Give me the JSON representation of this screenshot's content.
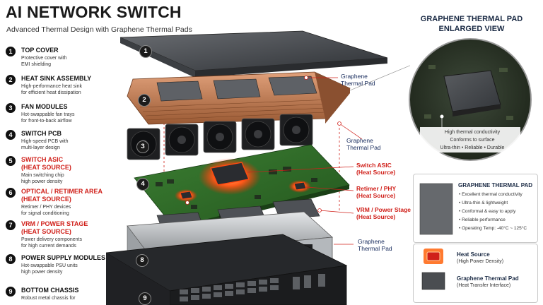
{
  "header": {
    "title": "AI NETWORK SWITCH",
    "subtitle": "Advanced Thermal Design with Graphene Thermal Pads"
  },
  "components": [
    {
      "num": "1",
      "title": "TOP COVER",
      "title2": "",
      "desc": [
        "Protective cover with",
        "EMI shielding"
      ],
      "heat": false
    },
    {
      "num": "2",
      "title": "HEAT SINK ASSEMBLY",
      "title2": "",
      "desc": [
        "High-performance heat sink",
        "for efficient heat dissipation"
      ],
      "heat": false
    },
    {
      "num": "3",
      "title": "FAN MODULES",
      "title2": "",
      "desc": [
        "Hot-swappable fan trays",
        "for front-to-back airflow"
      ],
      "heat": false
    },
    {
      "num": "4",
      "title": "SWITCH PCB",
      "title2": "",
      "desc": [
        "High-speed PCB with",
        "multi-layer design"
      ],
      "heat": false
    },
    {
      "num": "5",
      "title": "SWITCH ASIC",
      "title2": "(HEAT SOURCE)",
      "desc": [
        "Main switching chip",
        "high power density"
      ],
      "heat": true
    },
    {
      "num": "6",
      "title": "OPTICAL / RETIMER AREA",
      "title2": "(HEAT SOURCE)",
      "desc": [
        "Retimer / PHY devices",
        "for signal conditioning"
      ],
      "heat": true
    },
    {
      "num": "7",
      "title": "VRM / POWER STAGE",
      "title2": "(HEAT SOURCE)",
      "desc": [
        "Power delivery components",
        "for high current demands"
      ],
      "heat": true
    },
    {
      "num": "8",
      "title": "POWER SUPPLY MODULES",
      "title2": "",
      "desc": [
        "Hot-swappable PSU units",
        "high power density"
      ],
      "heat": false
    },
    {
      "num": "9",
      "title": "BOTTOM CHASSIS",
      "title2": "",
      "desc": [
        "Robust metal chassis for"
      ],
      "heat": false
    }
  ],
  "callouts": {
    "pad1": [
      "Graphene",
      "Thermal Pad"
    ],
    "pad2": [
      "Graphene",
      "Thermal Pad"
    ],
    "asic": [
      "Switch ASIC",
      "(Heat Source)"
    ],
    "retimer": [
      "Retimer / PHY",
      "(Heat Source)"
    ],
    "vrm": [
      "VRM / Power Stage",
      "(Heat Source)"
    ],
    "pad3": [
      "Graphene",
      "Thermal Pad"
    ]
  },
  "magnified": {
    "title": [
      "GRAPHENE THERMAL PAD",
      "ENLARGED VIEW"
    ],
    "lines": [
      "High thermal conductivity",
      "Conforms to surface",
      "Ultra-thin • Reliable • Durable"
    ]
  },
  "info_box": {
    "title": "GRAPHENE THERMAL PAD",
    "features": [
      "Excellent thermal conductivity",
      "Ultra-thin & lightweight",
      "Conformal & easy to apply",
      "Reliable performance",
      "Operating Temp: -40°C ~ 125°C"
    ]
  },
  "legend": [
    {
      "title": "Heat Source",
      "sub": "(High Power Density)"
    },
    {
      "title": "Graphene Thermal Pad",
      "sub": "(Heat Transfer Interface)"
    }
  ],
  "diagram_markers": [
    "1",
    "2",
    "3",
    "4",
    "8",
    "9"
  ],
  "colors": {
    "heat_red": "#d0201a",
    "label_navy": "#14285a",
    "pcb_green": "#2f6b2a",
    "copper": "#c27a4a",
    "heat_glow": "#ff5a1a"
  }
}
